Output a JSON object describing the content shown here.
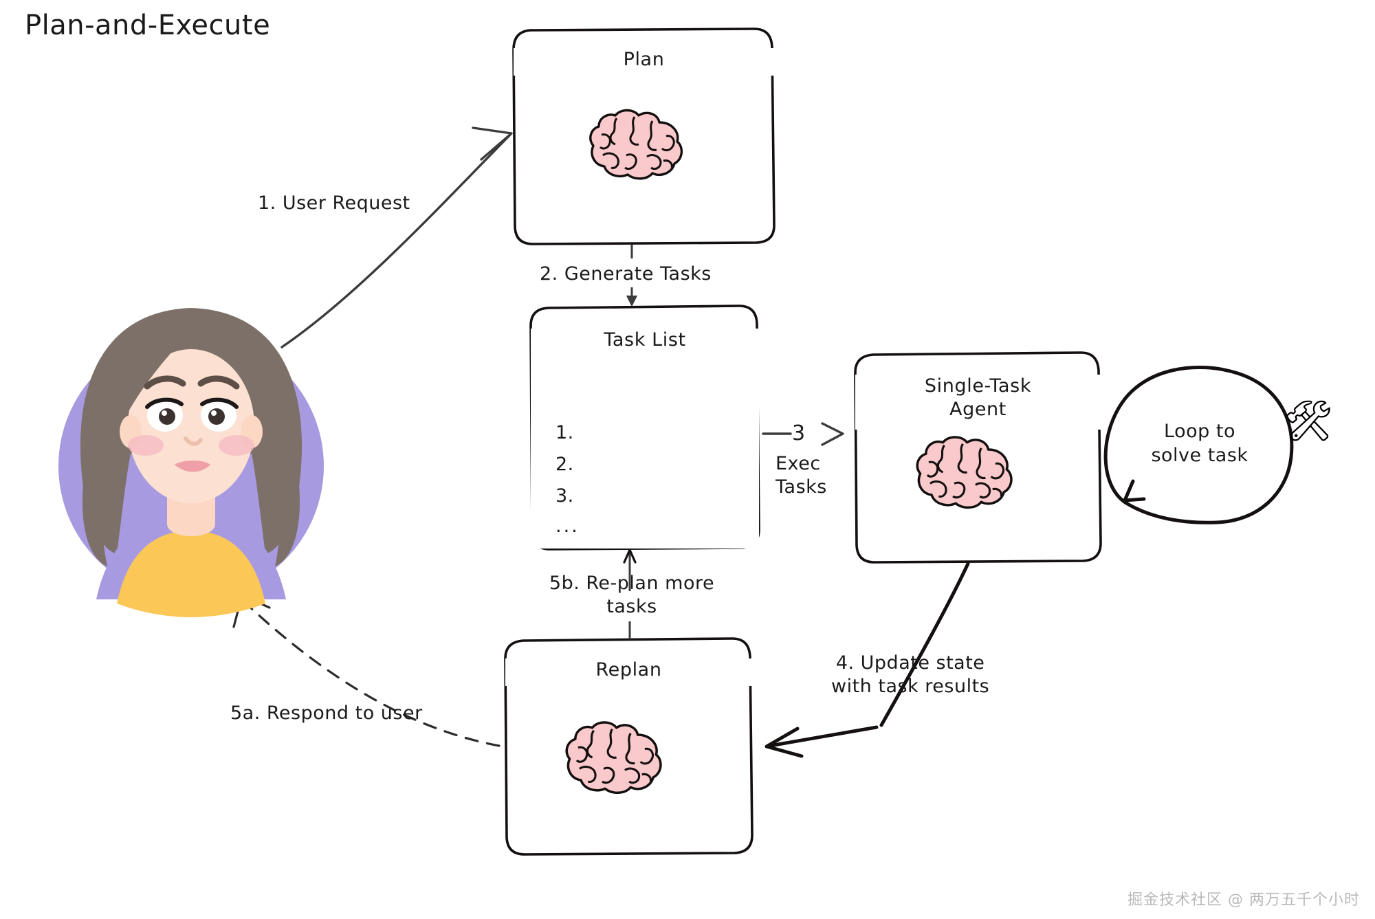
{
  "diagram": {
    "title": "Plan-and-Execute",
    "watermark": "掘金技术社区 @ 两万五千个小时",
    "colors": {
      "stroke": "#1a1a1a",
      "brain_fill": "#f9c9cc",
      "avatar_bg": "#a79ae0",
      "avatar_hair": "#7d7068",
      "avatar_skin": "#fbdfd0",
      "avatar_shirt": "#fbc martial",
      "watermark": "#b9b9b9"
    }
  },
  "nodes": {
    "plan": {
      "label": "Plan",
      "icon": "brain-icon"
    },
    "task_list": {
      "label": "Task List",
      "items": [
        {
          "number": "1.",
          "content": "squiggle"
        },
        {
          "number": "2.",
          "content": "squiggle"
        },
        {
          "number": "3.",
          "content": "squiggle"
        }
      ],
      "more": "..."
    },
    "single_task_agent": {
      "label": "Single-Task\nAgent",
      "icon": "brain-icon"
    },
    "replan": {
      "label": "Replan",
      "icon": "brain-icon"
    },
    "loop": {
      "label": "Loop to\nsolve task"
    },
    "tools": {
      "icon": "hammer-and-wrench-icon",
      "glyph": "🛠"
    },
    "user": {
      "icon": "user-avatar-icon"
    }
  },
  "edges": [
    {
      "id": "e1",
      "label": "1. User Request",
      "from": "user",
      "to": "plan",
      "style": "solid"
    },
    {
      "id": "e2",
      "label": "2. Generate Tasks",
      "from": "plan",
      "to": "task_list",
      "style": "solid"
    },
    {
      "id": "e3",
      "label": "3",
      "sublabel": "Exec\nTasks",
      "from": "task_list",
      "to": "single_task_agent",
      "style": "solid"
    },
    {
      "id": "e4",
      "label": "4. Update state\nwith task results",
      "from": "single_task_agent",
      "to": "replan",
      "style": "solid"
    },
    {
      "id": "e5a",
      "label": "5a. Respond to user",
      "from": "replan",
      "to": "user",
      "style": "dashed"
    },
    {
      "id": "e5b",
      "label": "5b. Re-plan more\ntasks",
      "from": "replan",
      "to": "task_list",
      "style": "solid"
    }
  ],
  "labels": {
    "user_request": "1. User Request",
    "generate_tasks": "2. Generate Tasks",
    "exec_number": "3",
    "exec_tasks": "Exec\nTasks",
    "update_state": "4. Update state\nwith task results",
    "respond_to_user": "5a. Respond to user",
    "replan_more": "5b. Re-plan more\ntasks",
    "loop_to_solve": "Loop to\nsolve task"
  }
}
